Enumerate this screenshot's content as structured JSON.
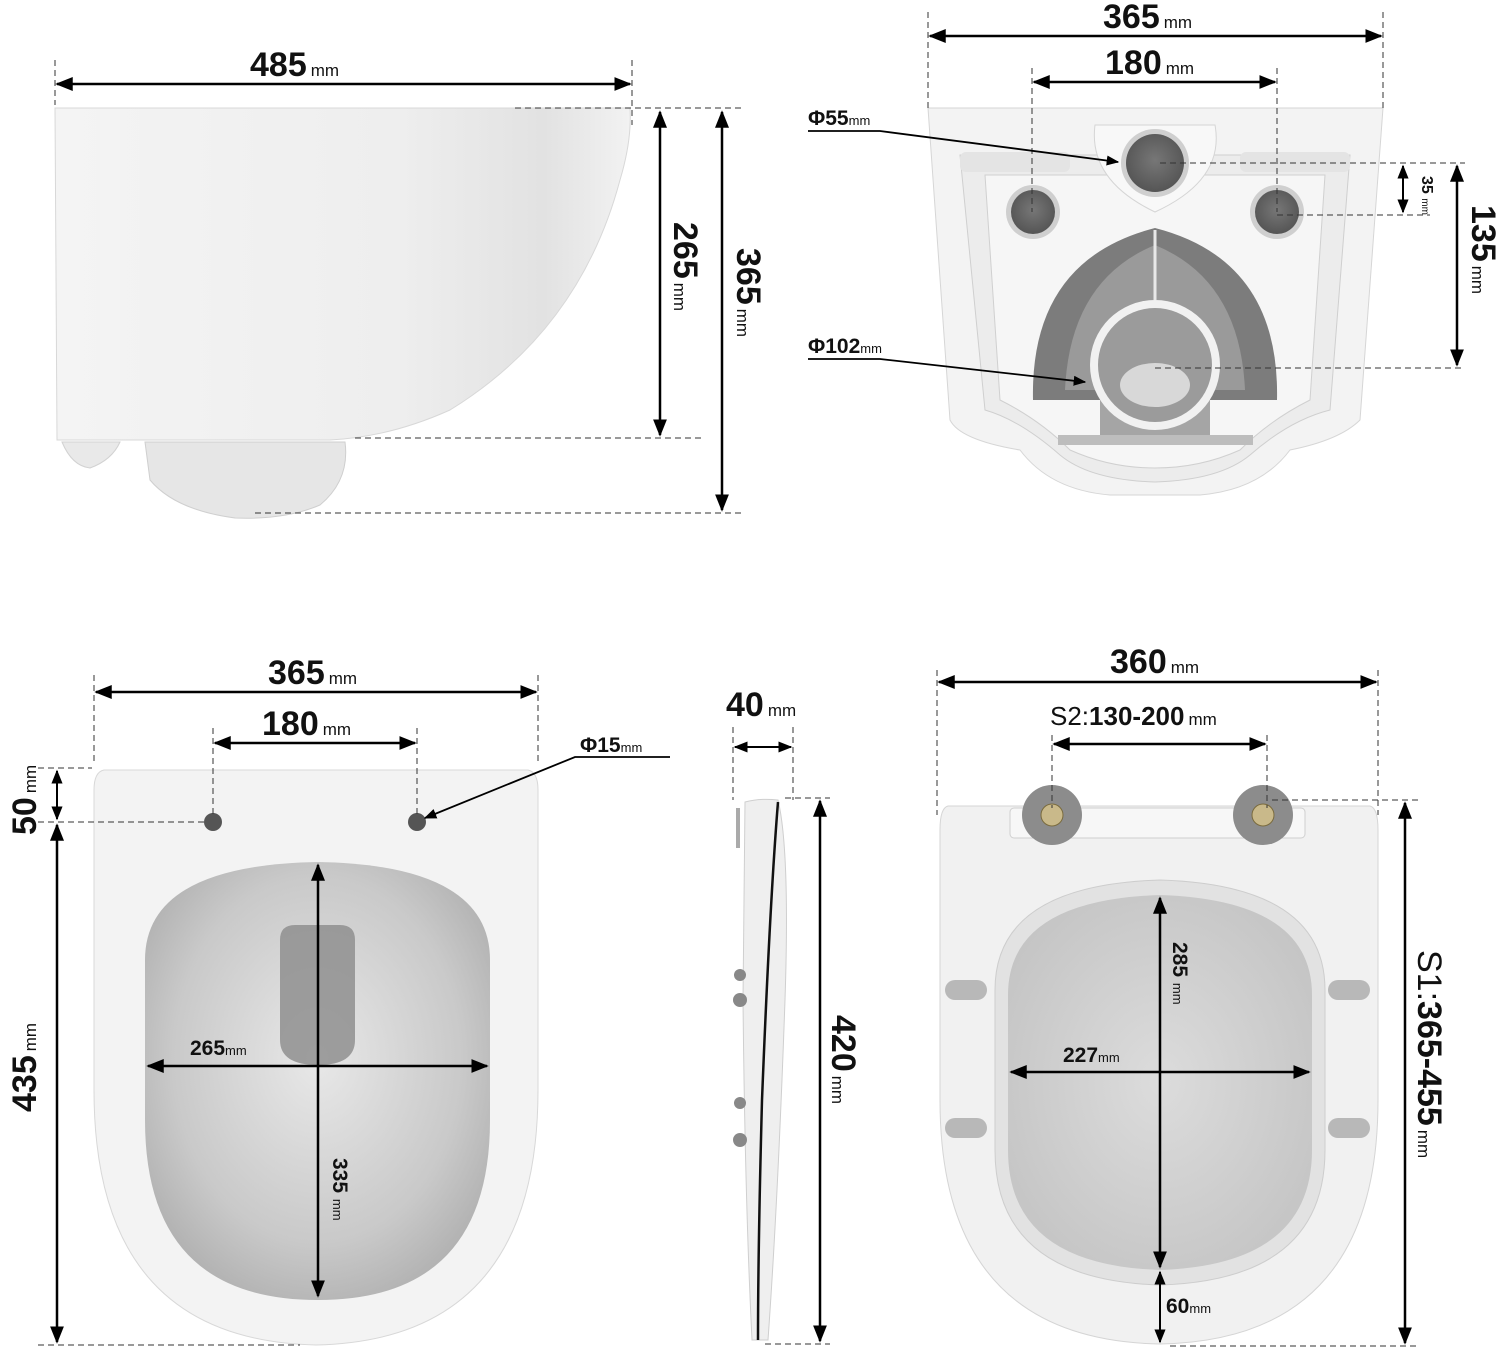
{
  "diagram": {
    "subject": "Wall-hung toilet and seat dimensions",
    "unit": "mm",
    "views": {
      "side_view": {
        "length": "485",
        "rim_height": "265",
        "total_height": "365"
      },
      "back_view": {
        "width": "365",
        "bolt_spacing": "180",
        "inlet_diameter": "Φ55",
        "outlet_diameter": "Φ102",
        "inlet_offset": "35",
        "outlet_height": "135"
      },
      "top_view": {
        "width": "365",
        "seat_hole_spacing": "180",
        "hole_diameter": "Φ15",
        "hole_to_back": "50",
        "length": "435",
        "bowl_width": "265",
        "bowl_length": "335"
      },
      "seat_profile": {
        "thickness": "40",
        "length": "420"
      },
      "seat_top": {
        "width": "360",
        "hinge_spacing_prefix": "S2:",
        "hinge_spacing": "130-200",
        "length_prefix": "S1:",
        "length": "365-455",
        "opening_width": "227",
        "opening_length": "285",
        "front_rim": "60"
      }
    }
  }
}
